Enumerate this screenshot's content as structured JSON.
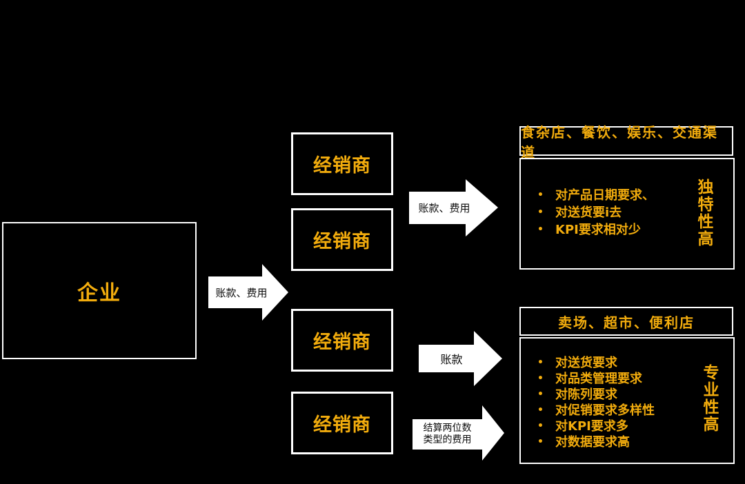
{
  "colors": {
    "background": "#000000",
    "accent_gold": "#F2AC0D",
    "shape_white": "#FFFFFF",
    "arrow_label_text": "#0B0B0B"
  },
  "glyphs": {
    "bullet": "•"
  },
  "enterprise": {
    "label": "企业"
  },
  "distributors": [
    {
      "label": "经销商"
    },
    {
      "label": "经销商"
    },
    {
      "label": "经销商"
    },
    {
      "label": "经销商"
    }
  ],
  "arrows": {
    "enterprise_to_distributors": {
      "label": "账款、费用"
    },
    "to_traditional": {
      "label": "账款、费用"
    },
    "to_modern_payment": {
      "label": "账款"
    },
    "to_modern_fee": {
      "line1": "结算两位数",
      "line2": "类型的费用"
    }
  },
  "traditional_channel": {
    "header": "食杂店、餐饮、娱乐、交通渠道",
    "bullets": [
      "对产品日期要求、",
      "对送货要i去",
      "KPI要求相对少"
    ],
    "side_label": "独特性高"
  },
  "modern_channel": {
    "header": "卖场、超市、便利店",
    "bullets": [
      "对送货要求",
      "对品类管理要求",
      "对陈列要求",
      "对促销要求多样性",
      "对KPI要求多",
      "对数据要求高"
    ],
    "side_label": "专业性高"
  }
}
